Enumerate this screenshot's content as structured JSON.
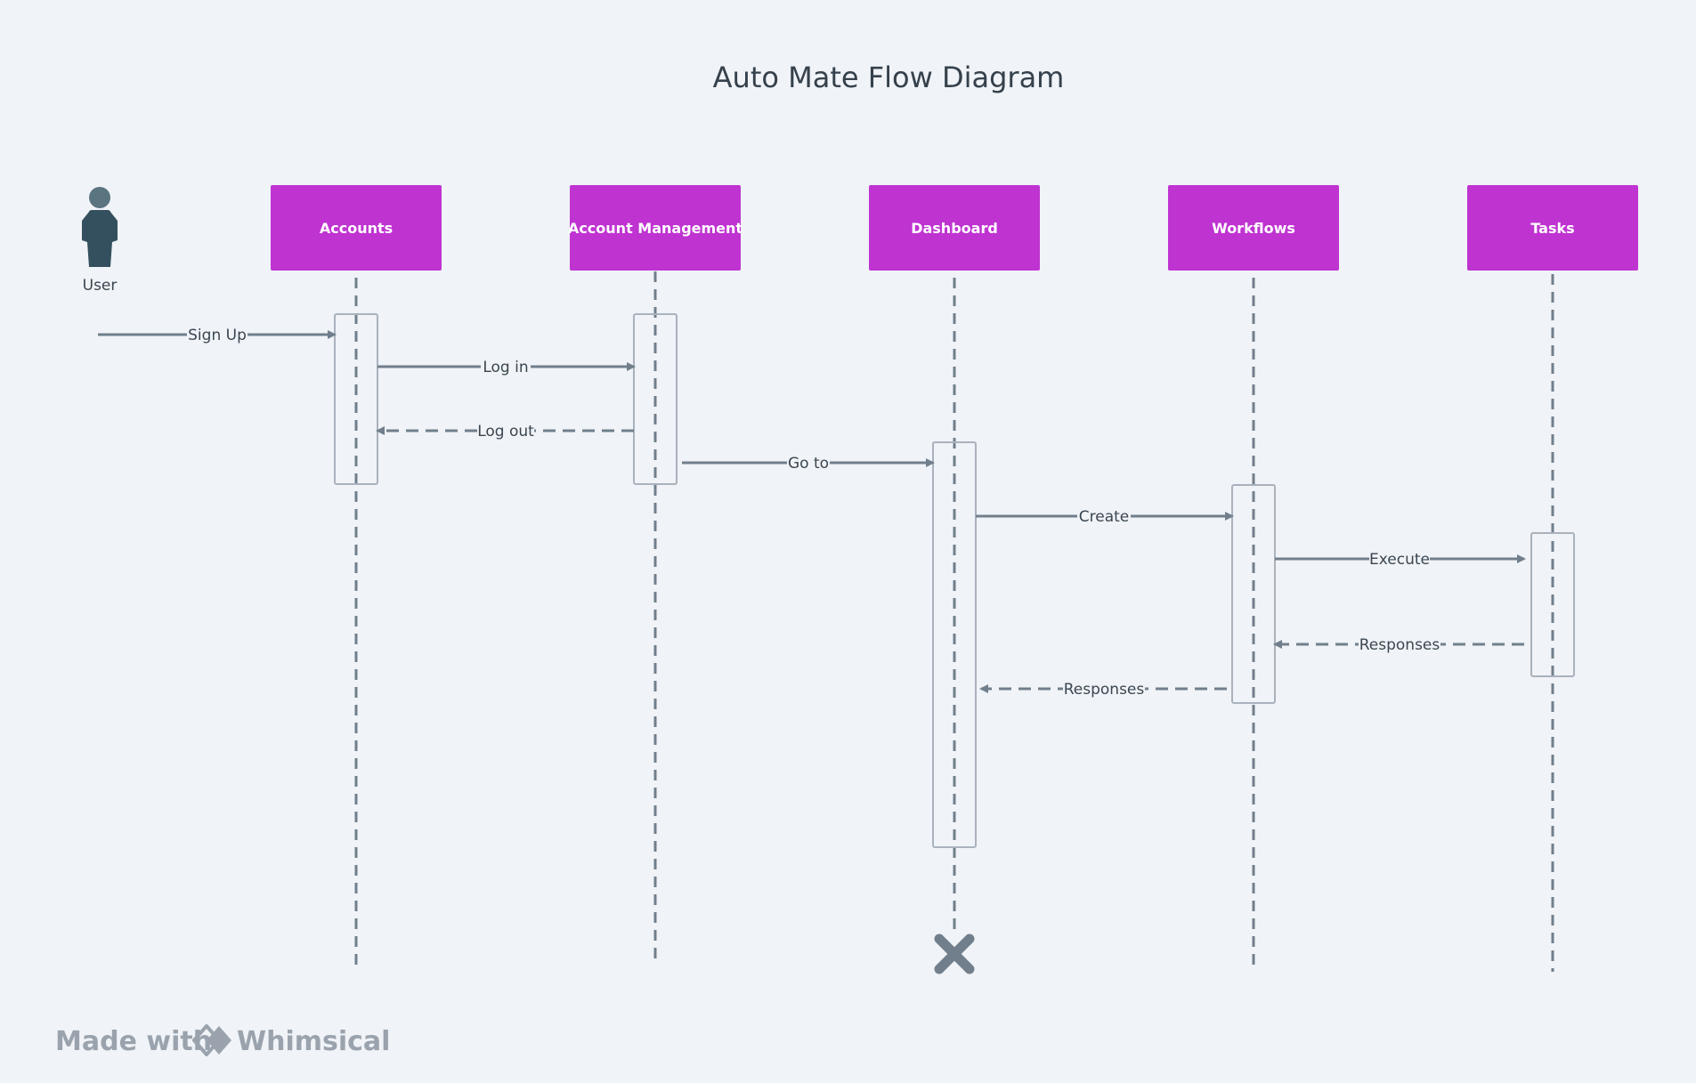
{
  "title": "Auto Mate Flow Diagram",
  "colors": {
    "background": "#f0f3f7",
    "participant_fill": "#bf33d1",
    "participant_text": "#ffffff",
    "line": "#717f8c",
    "activation_stroke": "#a9b2bd",
    "actor": "#34505f",
    "actor_head": "#5a7480",
    "brand": "#9aa3ad"
  },
  "actor": {
    "label": "User",
    "icon": "person-icon"
  },
  "participants": [
    {
      "id": "accounts",
      "label": "Accounts"
    },
    {
      "id": "account-management",
      "label": "Account Management"
    },
    {
      "id": "dashboard",
      "label": "Dashboard"
    },
    {
      "id": "workflows",
      "label": "Workflows"
    },
    {
      "id": "tasks",
      "label": "Tasks"
    }
  ],
  "messages": [
    {
      "from": "user",
      "to": "accounts",
      "label": "Sign Up",
      "style": "solid"
    },
    {
      "from": "accounts",
      "to": "account-management",
      "label": "Log in",
      "style": "solid"
    },
    {
      "from": "account-management",
      "to": "accounts",
      "label": "Log out",
      "style": "dashed"
    },
    {
      "from": "account-management",
      "to": "dashboard",
      "label": "Go to",
      "style": "solid"
    },
    {
      "from": "dashboard",
      "to": "workflows",
      "label": "Create",
      "style": "solid"
    },
    {
      "from": "workflows",
      "to": "tasks",
      "label": "Execute",
      "style": "solid"
    },
    {
      "from": "tasks",
      "to": "workflows",
      "label": "Responses",
      "style": "dashed"
    },
    {
      "from": "workflows",
      "to": "dashboard",
      "label": "Responses",
      "style": "dashed"
    }
  ],
  "destroyed": {
    "participant": "dashboard",
    "icon": "destroy-x-icon"
  },
  "watermark": {
    "prefix": "Made with",
    "brand": "Whimsical",
    "icon": "whimsical-logo-icon"
  }
}
